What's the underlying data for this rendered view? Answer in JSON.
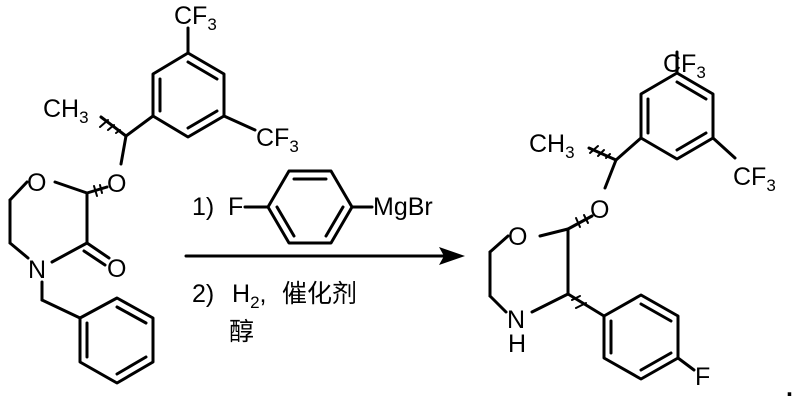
{
  "reactant": {
    "cf3_top": "CF",
    "cf3_right": "CF",
    "sub_3": "3",
    "ch3": "CH",
    "ring_o": "O",
    "ether_o": "O",
    "n_atom": "N",
    "carbonyl_o": "O"
  },
  "reagents": {
    "step1_label": "1)",
    "fluoro": "F",
    "grignard": "MgBr",
    "step2_label": "2)",
    "h2": "H",
    "h2_sub": "2",
    "catalyst": "催化剂",
    "solvent": "醇"
  },
  "product": {
    "cf3_top": "CF",
    "cf3_right": "CF",
    "sub_3": "3",
    "ch3": "CH",
    "ring_o": "O",
    "ether_o": "O",
    "nh_n": "N",
    "nh_h": "H",
    "fluoro": "F"
  },
  "terminal_mark": "."
}
